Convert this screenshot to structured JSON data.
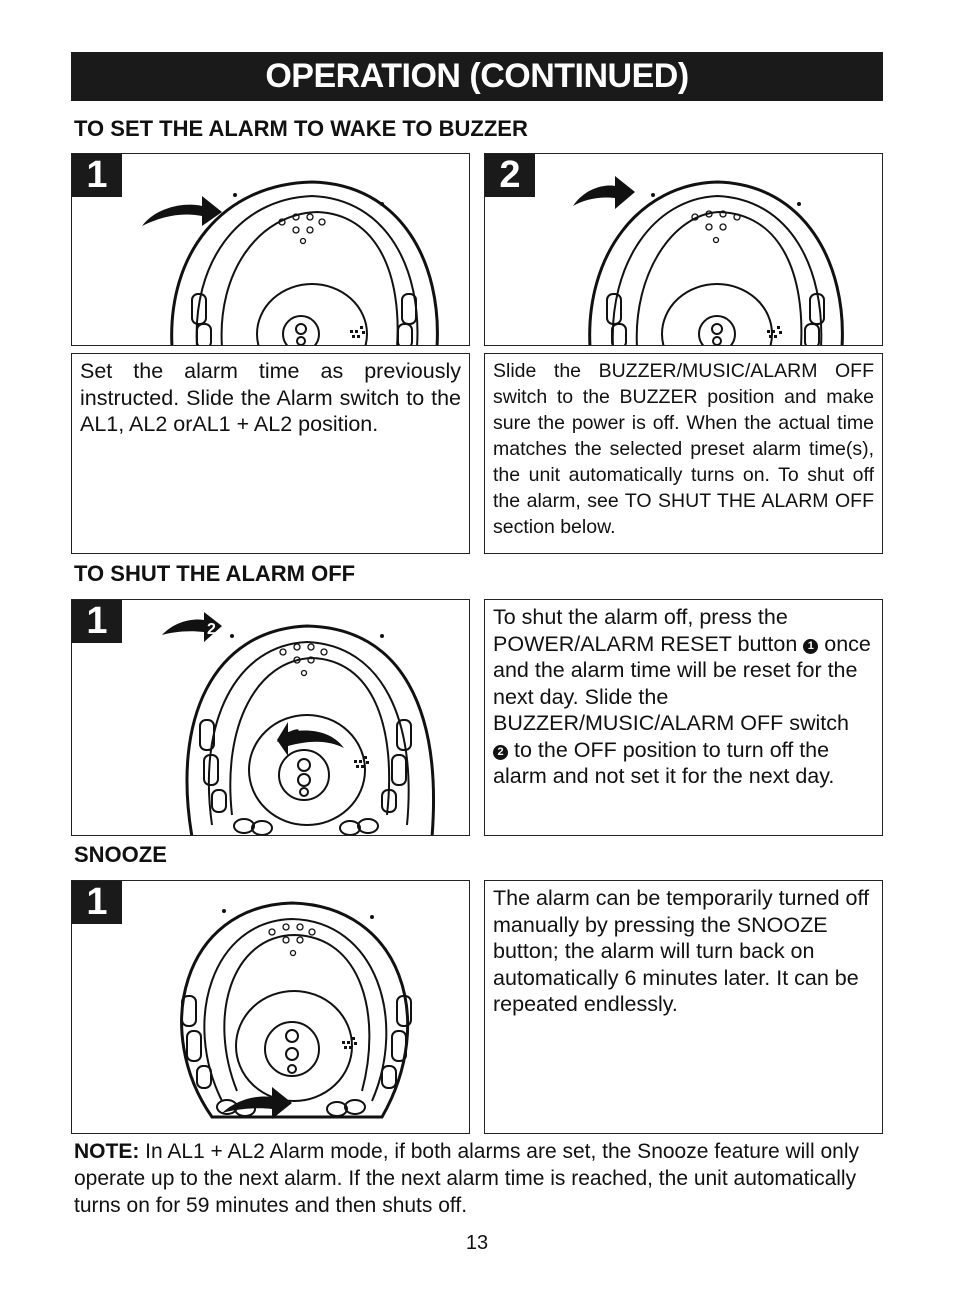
{
  "banner": "OPERATION (CONTINUED)",
  "sections": {
    "buzzer": {
      "title": "TO SET THE ALARM TO WAKE TO BUZZER",
      "step1_num": "1",
      "step2_num": "2",
      "step1_text": "Set the alarm time as previously instructed.  Slide the Alarm switch to the AL1, AL2 orAL1 + AL2 position.",
      "step2_text": "Slide the BUZZER/MUSIC/ALARM OFF switch to the BUZZER position and make sure the power is off. When the actual time matches the selected preset alarm time(s), the unit automatically turns on. To shut off the alarm, see TO SHUT THE ALARM OFF section below."
    },
    "shutoff": {
      "title": "TO SHUT THE ALARM OFF",
      "step_num": "1",
      "callout_1": "1",
      "callout_2": "2",
      "text_a": "To shut the alarm off, press the POWER/ALARM RESET button",
      "marker_1": "1",
      "text_b": "once and the alarm time will be reset for the next day. Slide the BUZZER/MUSIC/ALARM OFF switch",
      "marker_2": "2",
      "text_c": "to the OFF position to turn off the alarm and not set it for the next day."
    },
    "snooze": {
      "title": "SNOOZE",
      "step_num": "1",
      "text": "The alarm can be temporarily turned off manually by pressing the SNOOZE button; the alarm will turn back on automatically 6 minutes later. It can be repeated endlessly."
    }
  },
  "note": {
    "label": "NOTE:",
    "text": " In AL1 + AL2 Alarm mode, if both alarms are set, the Snooze feature will only operate up to the next alarm. If the next alarm time is reached, the unit automatically turns on for 59 minutes and then shuts off."
  },
  "page_number": "13"
}
